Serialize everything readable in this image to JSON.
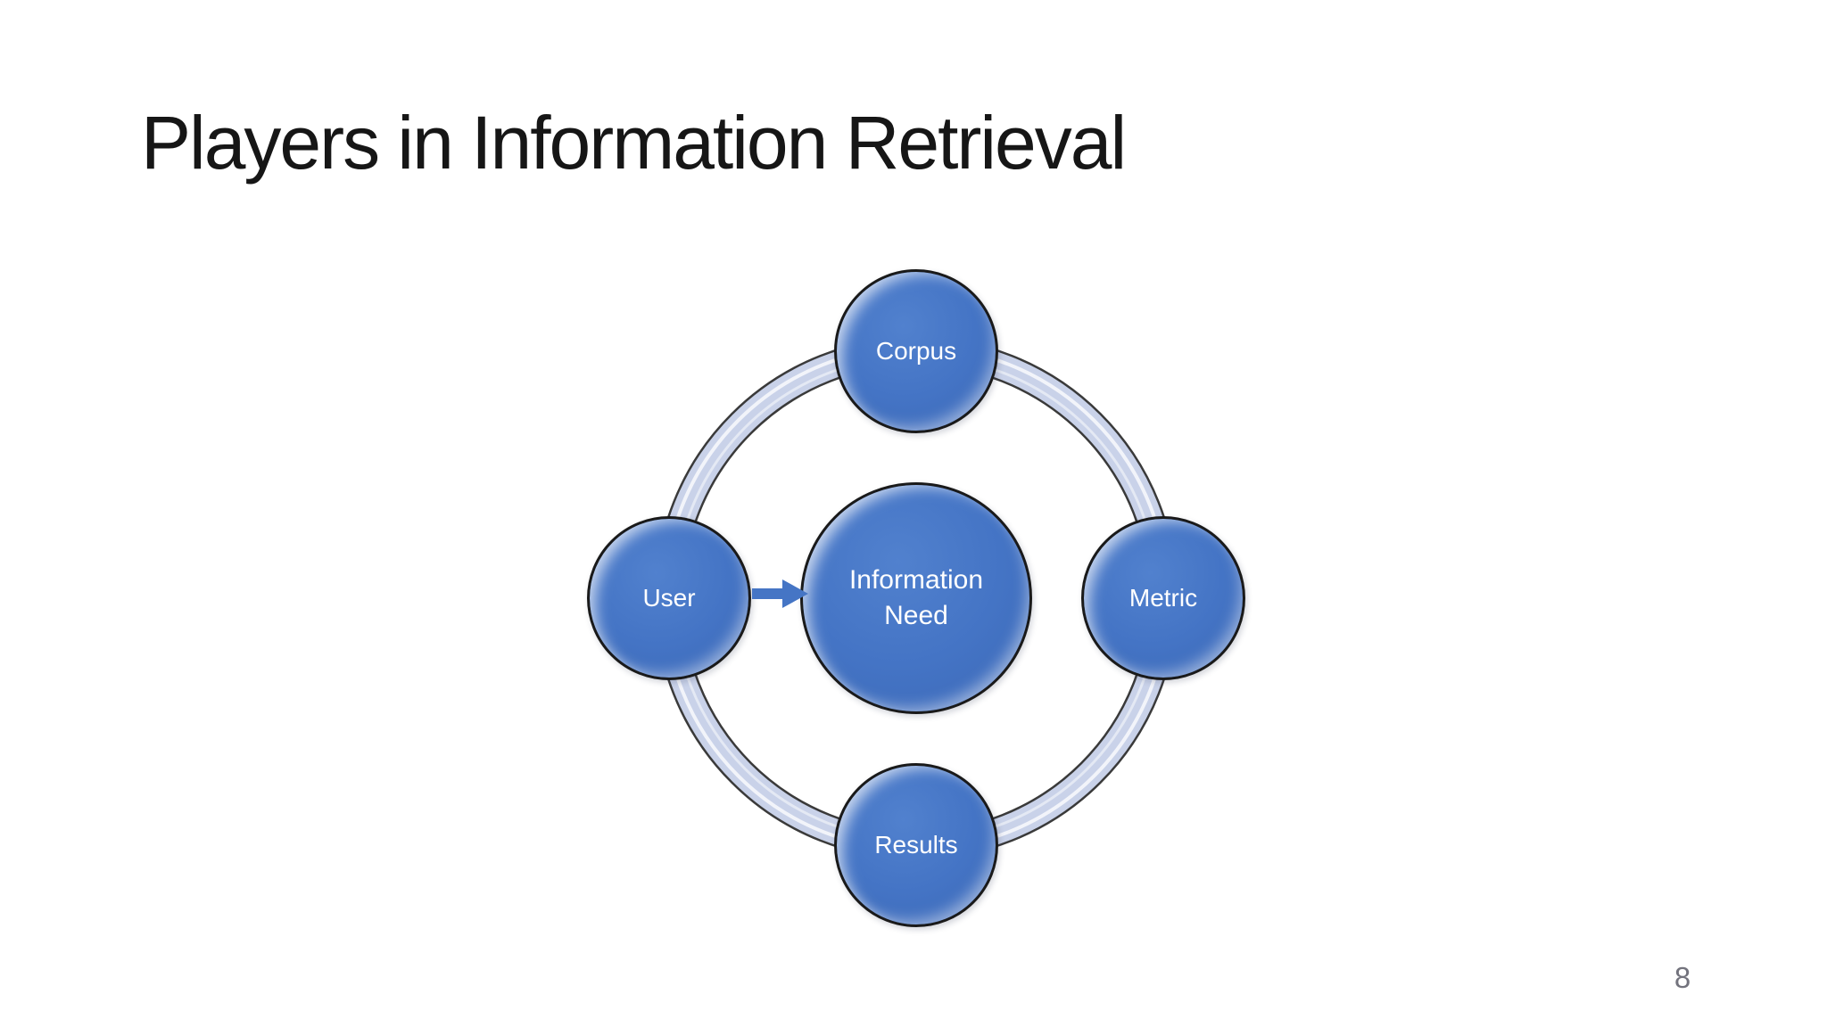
{
  "slide": {
    "title": "Players in Information Retrieval",
    "page_number": "8"
  },
  "diagram": {
    "type": "radial-cycle",
    "center": {
      "label": "Information Need"
    },
    "satellites": [
      {
        "id": "corpus",
        "label": "Corpus",
        "position": "top"
      },
      {
        "id": "user",
        "label": "User",
        "position": "left"
      },
      {
        "id": "metric",
        "label": "Metric",
        "position": "right"
      },
      {
        "id": "results",
        "label": "Results",
        "position": "bottom"
      }
    ],
    "arrow": {
      "from": "User",
      "to": "Information Need",
      "direction": "right"
    },
    "colors": {
      "background": "#ffffff",
      "title_text": "#161616",
      "node_fill": "#4472c4",
      "node_border": "#1a1a1a",
      "node_text": "#ffffff",
      "ring_fill": "#c9d2e9",
      "ring_border": "#3a3a3a",
      "ring_gloss": "#f2f5fb",
      "arrow": "#4575c5",
      "page_number": "#73737d"
    }
  }
}
